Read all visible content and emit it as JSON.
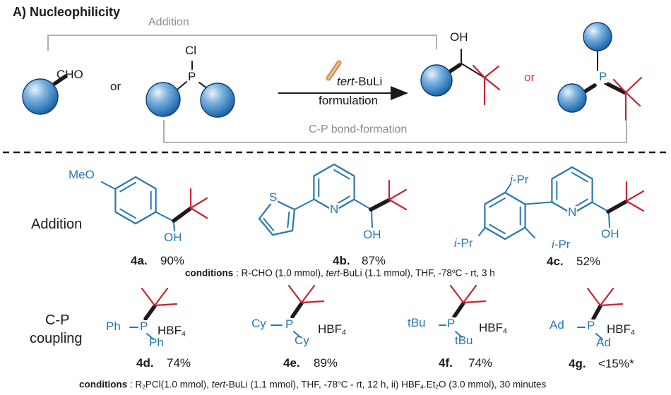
{
  "colors": {
    "blue": "#2878b0",
    "red": "#c8242f",
    "rose": "#d23a55",
    "gray": "#8c8c8c",
    "black": "#1a1a1a",
    "tan": "#dca46f"
  },
  "title": "A) Nucleophilicity",
  "scheme": {
    "addition_bracket": "Addition",
    "cp_bracket": "C-P bond-formation",
    "aldehyde_group": "CHO",
    "or_reactants": "or",
    "chlorophosphine": {
      "cl": "Cl",
      "p": "P"
    },
    "arrow_reagent_italic": "tert",
    "arrow_reagent_rest": "-BuLi",
    "arrow_line2": "formulation",
    "alcohol_oh": "OH",
    "or_products": "or",
    "phosphine_p": "P"
  },
  "addition_row": {
    "label": "Addition",
    "compound_4a": {
      "id": "4a.",
      "yield": "90%",
      "substituent": "MeO",
      "oh": "OH"
    },
    "compound_4b": {
      "id": "4b.",
      "yield": "87%",
      "s": "S",
      "n": "N",
      "oh": "OH"
    },
    "compound_4c": {
      "id": "4c.",
      "yield": "52%",
      "ipr_i": "i",
      "ipr_rest": "-Pr",
      "n": "N",
      "oh": "OH"
    },
    "conditions": {
      "label": "conditions",
      "sep": " : ",
      "part1": "R-CHO (1.0 mmol), ",
      "italic": "tert",
      "part2": "-BuLi (1.1 mmol), THF, -78",
      "sup": "o",
      "part3": "C - rt, 3 h"
    }
  },
  "cp_row": {
    "label_line1": "C-P",
    "label_line2": "coupling",
    "compound_4d": {
      "id": "4d.",
      "yield": "74%",
      "r1": "Ph",
      "r2": "Ph",
      "p": "P",
      "salt": "HBF",
      "salt_sub": "4"
    },
    "compound_4e": {
      "id": "4e.",
      "yield": "89%",
      "r1": "Cy",
      "r2": "Cy",
      "p": "P",
      "salt": "HBF",
      "salt_sub": "4"
    },
    "compound_4f": {
      "id": "4f.",
      "yield": "74%",
      "r1": "tBu",
      "r2": "tBu",
      "p": "P",
      "salt": "HBF",
      "salt_sub": "4"
    },
    "compound_4g": {
      "id": "4g.",
      "yield": "<15%*",
      "r1": "Ad",
      "r2": "Ad",
      "p": "P",
      "salt": "HBF",
      "salt_sub": "4"
    },
    "conditions": {
      "label": "conditions",
      "sep": " : R",
      "sub1": "2",
      "part1": "PCl(1.0 mmol), ",
      "italic": "tert",
      "part2": "-BuLi (1.1 mmol), THF, -78",
      "sup": "o",
      "part3": "C - rt, 12 h, ii) HBF",
      "sub2": "4",
      "part4": ".Et",
      "sub3": "2",
      "part5": "O (3.0 mmol), 30 minutes"
    }
  }
}
